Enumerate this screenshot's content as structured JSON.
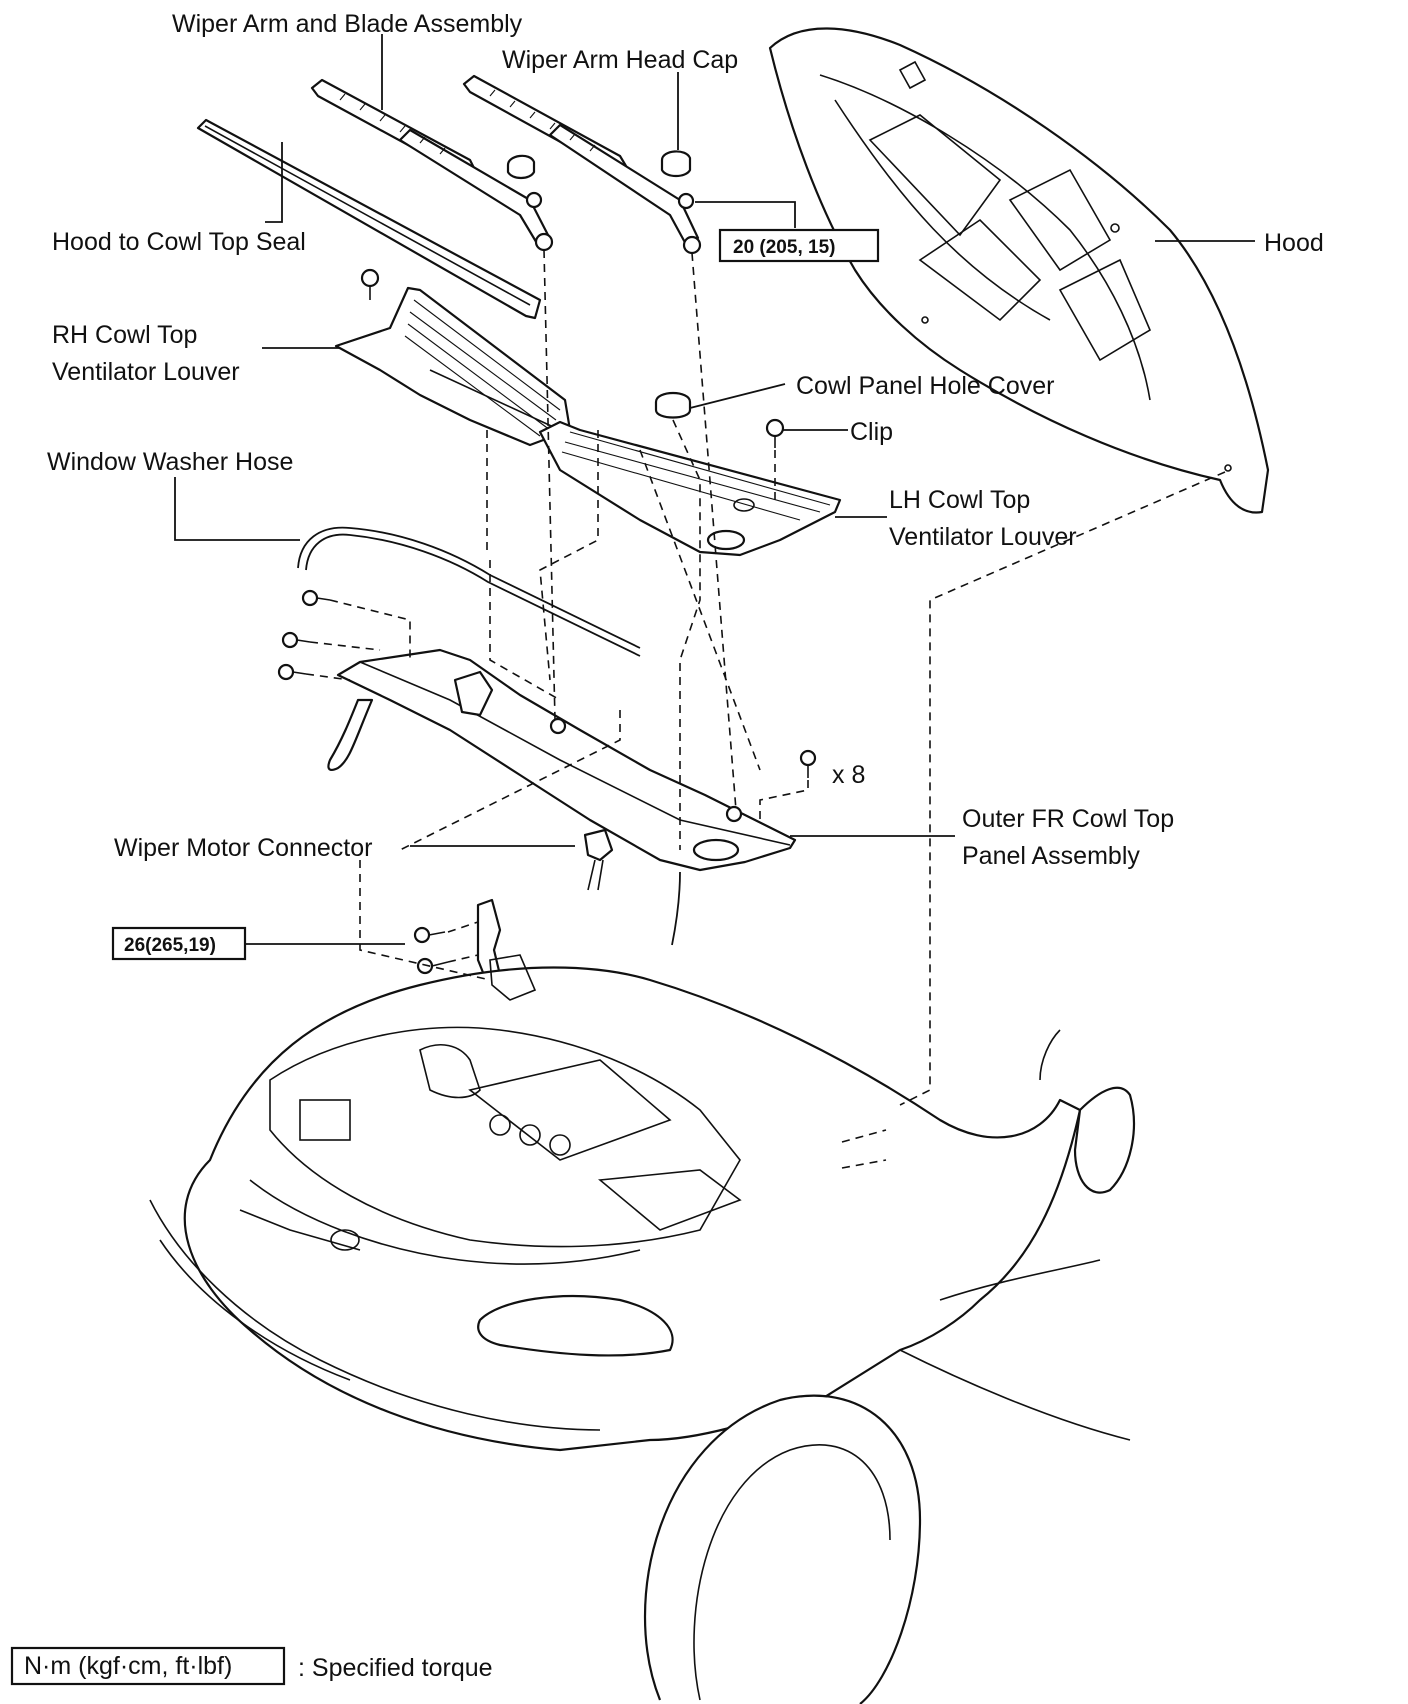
{
  "labels": {
    "wiper_arm_blade": "Wiper Arm and Blade Assembly",
    "wiper_head_cap": "Wiper Arm Head Cap",
    "hood_seal": "Hood to Cowl Top Seal",
    "hood": "Hood",
    "rh_louver_1": "RH Cowl Top",
    "rh_louver_2": "Ventilator Louver",
    "cowl_hole_cover": "Cowl Panel Hole Cover",
    "clip": "Clip",
    "washer_hose": "Window Washer Hose",
    "lh_louver_1": "LH Cowl Top",
    "lh_louver_2": "Ventilator Louver",
    "bolt_qty": "x 8",
    "outer_panel_1": "Outer FR Cowl Top",
    "outer_panel_2": "Panel Assembly",
    "wiper_connector": "Wiper Motor Connector"
  },
  "torque": {
    "wiper_nut": "20 (205, 15)",
    "motor_bolt": "26(265,19)"
  },
  "legend": {
    "unit": "N·m (kgf·cm, ft·lbf)",
    "text": ": Specified torque"
  }
}
